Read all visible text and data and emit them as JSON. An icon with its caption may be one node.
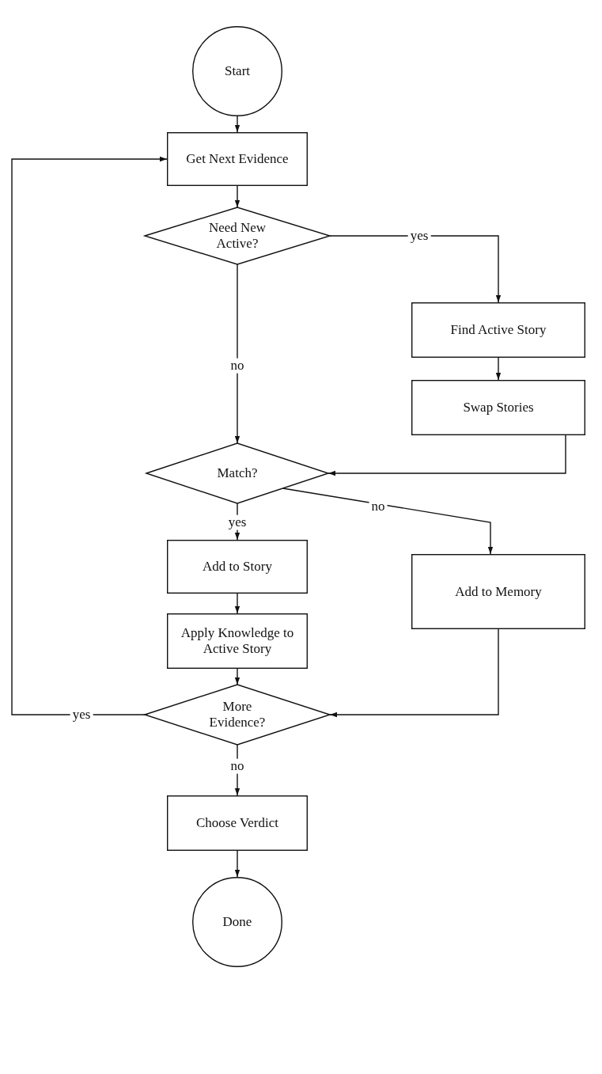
{
  "diagram": {
    "nodes": [
      {
        "text": [
          "Start"
        ]
      },
      {
        "text": [
          "Get Next Evidence"
        ]
      },
      {
        "text": [
          "Need New Active?"
        ]
      },
      {
        "text": [
          "Find Active Story"
        ]
      },
      {
        "text": [
          "Swap Stories"
        ]
      },
      {
        "text": [
          "Match?"
        ]
      },
      {
        "text": [
          "Add to Story"
        ]
      },
      {
        "text": [
          "Add to Memory"
        ]
      },
      {
        "text": [
          "Apply Knowledge to Active Story"
        ]
      },
      {
        "text": [
          "More Evidence?"
        ]
      },
      {
        "text": [
          "Choose Verdict"
        ]
      },
      {
        "text": [
          "Done"
        ]
      }
    ],
    "edges": [
      {
        "from": 0,
        "to": 1,
        "arrow": "to"
      },
      {
        "from": 1,
        "to": 2,
        "arrow": "to"
      },
      {
        "from": 2,
        "to": 3,
        "arrow": "to",
        "label": "yes"
      },
      {
        "from": 3,
        "to": 4,
        "arrow": "to"
      },
      {
        "from": 4,
        "to": 5,
        "arrow": "to"
      },
      {
        "from": 2,
        "to": 5,
        "arrow": "to",
        "label": "no"
      },
      {
        "from": 5,
        "to": 6,
        "arrow": "to",
        "label": "yes"
      },
      {
        "from": 5,
        "to": 7,
        "arrow": "to",
        "label": "no"
      },
      {
        "from": 6,
        "to": 8,
        "arrow": "to"
      },
      {
        "from": 8,
        "to": 9,
        "arrow": "to"
      },
      {
        "from": 7,
        "to": 9,
        "arrow": "to"
      },
      {
        "from": 9,
        "to": 1,
        "arrow": "to",
        "label": "yes"
      },
      {
        "from": 9,
        "to": 10,
        "arrow": "to",
        "label": "no"
      },
      {
        "from": 10,
        "to": 11,
        "arrow": "to"
      }
    ]
  }
}
